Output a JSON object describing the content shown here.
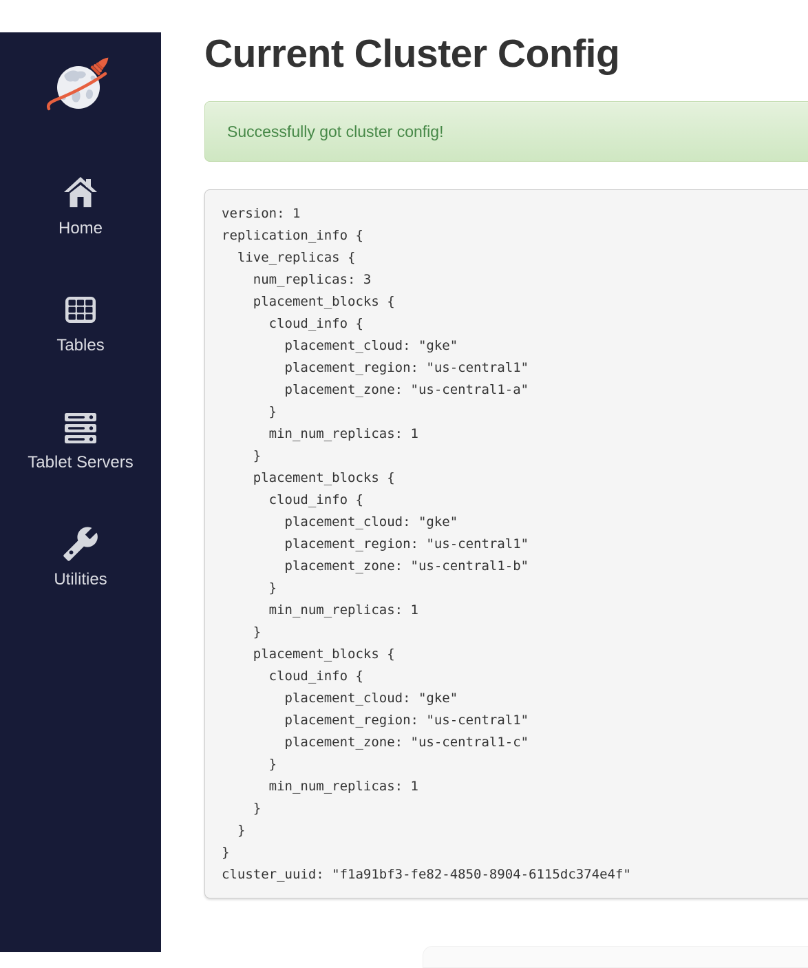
{
  "sidebar": {
    "logo": "yugabytedb-globe-rocket-logo",
    "items": [
      {
        "label": "Home",
        "icon": "home-icon"
      },
      {
        "label": "Tables",
        "icon": "tables-icon"
      },
      {
        "label": "Tablet Servers",
        "icon": "tablet-servers-icon"
      },
      {
        "label": "Utilities",
        "icon": "utilities-icon"
      }
    ]
  },
  "main": {
    "title": "Current Cluster Config",
    "alert": {
      "message": "Successfully got cluster config!"
    },
    "config_text": "version: 1\nreplication_info {\n  live_replicas {\n    num_replicas: 3\n    placement_blocks {\n      cloud_info {\n        placement_cloud: \"gke\"\n        placement_region: \"us-central1\"\n        placement_zone: \"us-central1-a\"\n      }\n      min_num_replicas: 1\n    }\n    placement_blocks {\n      cloud_info {\n        placement_cloud: \"gke\"\n        placement_region: \"us-central1\"\n        placement_zone: \"us-central1-b\"\n      }\n      min_num_replicas: 1\n    }\n    placement_blocks {\n      cloud_info {\n        placement_cloud: \"gke\"\n        placement_region: \"us-central1\"\n        placement_zone: \"us-central1-c\"\n      }\n      min_num_replicas: 1\n    }\n  }\n}\ncluster_uuid: \"f1a91bf3-fe82-4850-8904-6115dc374e4f\""
  },
  "colors": {
    "sidebar_bg": "#171b37",
    "accent_orange": "#e7603f",
    "alert_text_green": "#468847",
    "alert_bg_green": "#dff0d8",
    "pre_bg": "#f5f5f5",
    "heading_text": "#333333"
  }
}
